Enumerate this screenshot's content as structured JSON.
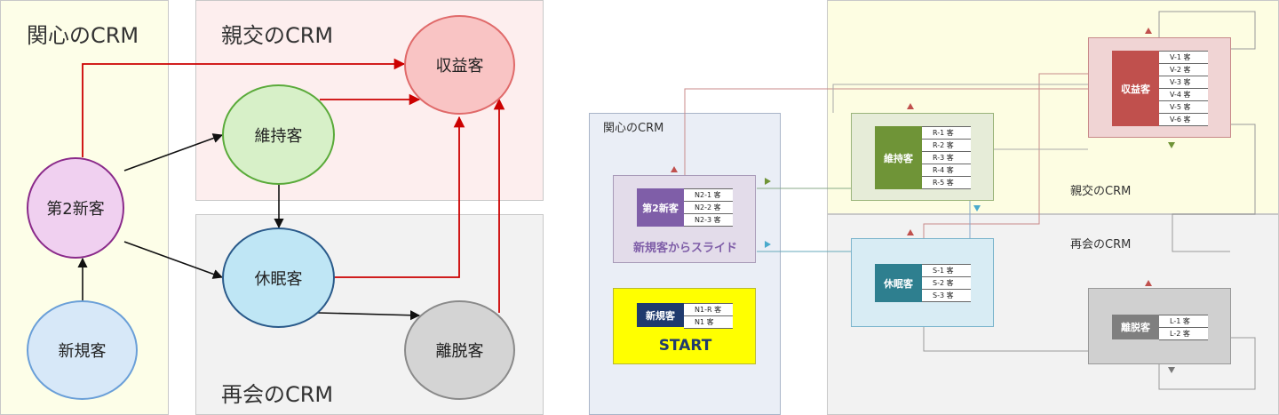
{
  "left": {
    "regions": {
      "kanshin": "関心のCRM",
      "shinko": "親交のCRM",
      "saikai": "再会のCRM"
    },
    "nodes": {
      "dai2": "第2新客",
      "shinki": "新規客",
      "iji": "維持客",
      "shueki": "収益客",
      "kyumin": "休眠客",
      "ridatsu": "離脱客"
    }
  },
  "right": {
    "regions": {
      "kanshin": "関心のCRM",
      "shinko": "親交のCRM",
      "saikai": "再会のCRM"
    },
    "boxes": {
      "dai2": {
        "label": "第2新客",
        "rows": [
          "N2-1 客",
          "N2-2 客",
          "N2-3 客"
        ],
        "caption": "新規客からスライド"
      },
      "shinki": {
        "label": "新規客",
        "rows": [
          "N1-R 客",
          "N1 客"
        ],
        "caption": "START"
      },
      "iji": {
        "label": "維持客",
        "rows": [
          "R-1 客",
          "R-2 客",
          "R-3 客",
          "R-4 客",
          "R-5 客"
        ]
      },
      "shueki": {
        "label": "収益客",
        "rows": [
          "V-1 客",
          "V-2 客",
          "V-3 客",
          "V-4 客",
          "V-5 客",
          "V-6 客"
        ]
      },
      "kyumin": {
        "label": "休眠客",
        "rows": [
          "S-1 客",
          "S-2 客",
          "S-3 客"
        ]
      },
      "ridatsu": {
        "label": "離脱客",
        "rows": [
          "L-1 客",
          "L-2 客"
        ]
      }
    }
  },
  "colors": {
    "red_arrow": "#cc0000",
    "black_arrow": "#111111",
    "label_purple": "#7f5ea8",
    "label_navy": "#1f3a6e",
    "label_green": "#6f9437",
    "label_red": "#c0504d",
    "label_teal": "#2e7f8f",
    "label_gray": "#7f7f7f",
    "start_yellow": "#ffff00"
  }
}
